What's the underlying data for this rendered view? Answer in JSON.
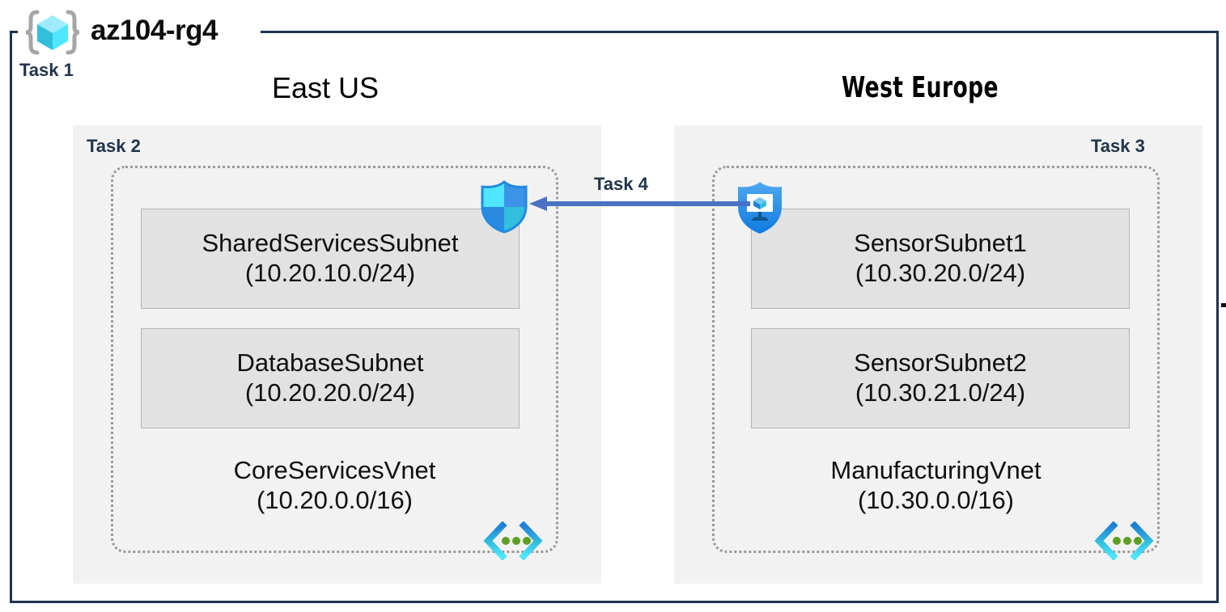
{
  "diagram": {
    "resource_group": {
      "name": "az104-rg4",
      "icon": "resource-group-cube-icon",
      "task_label": "Task 1"
    },
    "regions": [
      {
        "id": "east-us",
        "caption": "East US",
        "task_label": "Task 2",
        "vnet": {
          "name": "CoreServicesVnet",
          "cidr": "(10.20.0.0/16)",
          "icon": "vnet-icon",
          "subnets": [
            {
              "name": "SharedServicesSubnet",
              "cidr": "(10.20.10.0/24)"
            },
            {
              "name": "DatabaseSubnet",
              "cidr": "(10.20.20.0/24)"
            }
          ],
          "service_icon": "azure-firewall-shield-icon"
        }
      },
      {
        "id": "west-europe",
        "caption": "West Europe",
        "task_label": "Task 3",
        "vnet": {
          "name": "ManufacturingVnet",
          "cidr": "(10.30.0.0/16)",
          "icon": "vnet-icon",
          "subnets": [
            {
              "name": "SensorSubnet1",
              "cidr": "(10.30.20.0/24)"
            },
            {
              "name": "SensorSubnet2",
              "cidr": "(10.30.21.0/24)"
            }
          ],
          "service_icon": "azure-bastion-shield-icon"
        }
      }
    ],
    "connection": {
      "task_label": "Task 4",
      "direction": "right-to-left",
      "icon": "peering-arrow-icon"
    },
    "colors": {
      "frame_border": "#1d3450",
      "region_fill": "#f2f2f2",
      "subnet_fill": "#e2e2e2",
      "subnet_border": "#b4b4b4",
      "vnet_border": "#9a9a9a",
      "task_text": "#21354b",
      "arrow": "#4a72c4",
      "azure_cyan": "#50e6ff",
      "azure_blue": "#0078d4",
      "vnet_dot_green": "#5e9e25"
    }
  }
}
